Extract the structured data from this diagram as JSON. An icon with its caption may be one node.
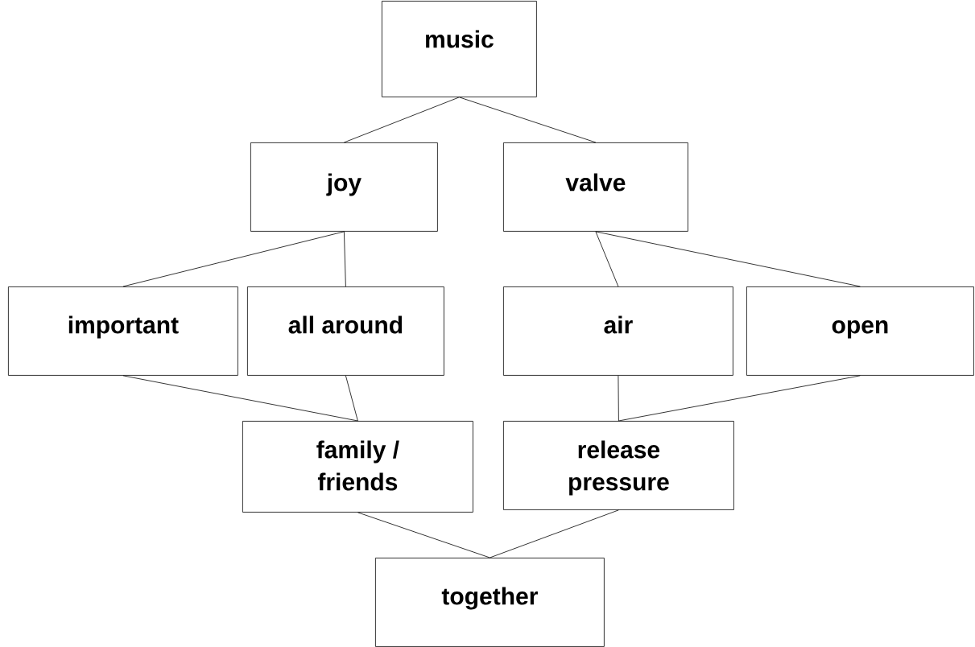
{
  "diagram": {
    "nodes": [
      {
        "text": [
          "music"
        ]
      },
      {
        "text": [
          "joy"
        ]
      },
      {
        "text": [
          "valve"
        ]
      },
      {
        "text": [
          "important"
        ]
      },
      {
        "text": [
          "all around"
        ]
      },
      {
        "text": [
          "air"
        ]
      },
      {
        "text": [
          "open"
        ]
      },
      {
        "text": [
          "family / friends"
        ]
      },
      {
        "text": [
          "release pressure"
        ]
      },
      {
        "text": [
          "together"
        ]
      }
    ],
    "edges": [
      {
        "from": 0,
        "to": 1,
        "arrow": "none"
      },
      {
        "from": 0,
        "to": 2,
        "arrow": "none"
      },
      {
        "from": 1,
        "to": 3,
        "arrow": "none"
      },
      {
        "from": 1,
        "to": 4,
        "arrow": "none"
      },
      {
        "from": 2,
        "to": 5,
        "arrow": "none"
      },
      {
        "from": 2,
        "to": 6,
        "arrow": "none"
      },
      {
        "from": 3,
        "to": 7,
        "arrow": "none"
      },
      {
        "from": 4,
        "to": 7,
        "arrow": "none"
      },
      {
        "from": 5,
        "to": 8,
        "arrow": "none"
      },
      {
        "from": 6,
        "to": 8,
        "arrow": "none"
      },
      {
        "from": 7,
        "to": 9,
        "arrow": "none"
      },
      {
        "from": 8,
        "to": 9,
        "arrow": "none"
      }
    ]
  }
}
